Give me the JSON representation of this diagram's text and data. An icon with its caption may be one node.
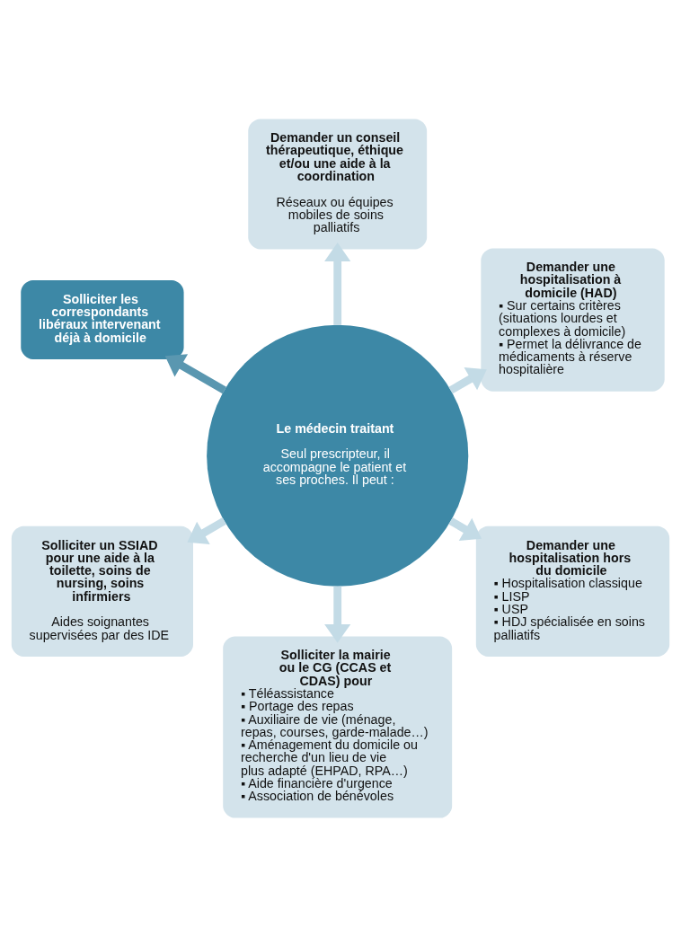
{
  "diagram": {
    "nodes": [
      {
        "text": [
          "Le médecin traitant",
          "Seul prescripteur, il accompagne le patient et ses proches. Il peut :"
        ]
      },
      {
        "text": [
          "Demander une hospitalisation à domicile (HAD)",
          "▪ Sur certains critères (situations lourdes et complexes à domicile)",
          "▪ Permet la délivrance de médicaments à réserve hospitalière"
        ]
      },
      {
        "text": [
          "Demander un conseil thérapeutique, éthique et/ou une aide à la coordination",
          "Réseaux ou équipes mobiles de soins palliatifs"
        ]
      },
      {
        "text": [
          "Solliciter les correspondants libéraux intervenant déjà à domicile"
        ]
      },
      {
        "text": [
          "Solliciter un SSIAD pour une aide à la toilette, soins de nursing, soins infirmiers",
          "Aides soignantes supervisées par des IDE"
        ]
      },
      {
        "text": [
          "Solliciter la mairie ou le CG (CCAS et CDAS) pour",
          "▪ Téléassistance",
          "▪ Portage des repas",
          "▪ Auxiliaire de vie (ménage, repas, courses, garde-malade…)",
          "▪ Aménagement du domicile ou recherche d'un lieu de vie plus adapté (EHPAD, RPA…)",
          "▪ Aide financière d'urgence",
          "▪ Association de bénévoles"
        ]
      },
      {
        "text": [
          "Demander une hospitalisation hors du domicile",
          "▪ Hospitalisation classique",
          "▪ LISP",
          "▪ USP",
          "▪ HDJ spécialisée en soins palliatifs"
        ]
      }
    ],
    "edges": [
      {
        "from": 0,
        "to": 1,
        "arrow": "to"
      },
      {
        "from": 0,
        "to": 2,
        "arrow": "to"
      },
      {
        "from": 0,
        "to": 3,
        "arrow": "to",
        "color": "#5a97b0"
      },
      {
        "from": 0,
        "to": 4,
        "arrow": "to"
      },
      {
        "from": 0,
        "to": 5,
        "arrow": "to"
      },
      {
        "from": 0,
        "to": 6,
        "arrow": "to"
      }
    ]
  }
}
